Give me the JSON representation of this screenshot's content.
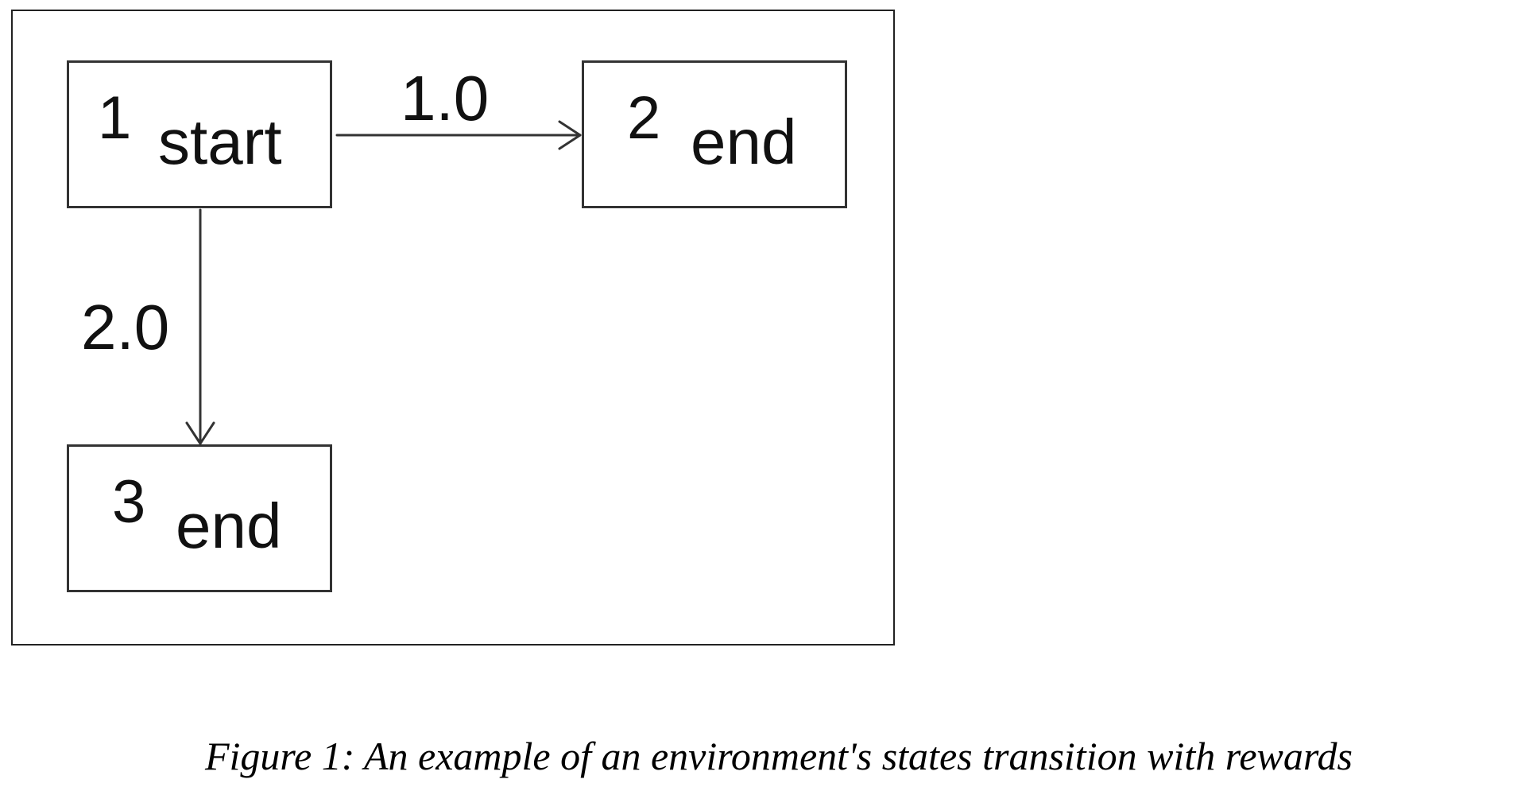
{
  "diagram": {
    "states": [
      {
        "id": "1",
        "label": "start"
      },
      {
        "id": "2",
        "label": "end"
      },
      {
        "id": "3",
        "label": "end"
      }
    ],
    "edges": [
      {
        "from": "1",
        "to": "2",
        "label": "1.0"
      },
      {
        "from": "1",
        "to": "3",
        "label": "2.0"
      }
    ]
  },
  "caption": "Figure 1: An example of an environment's states transition with rewards",
  "colors": {
    "stroke": "#333333",
    "text": "#111111",
    "background": "#ffffff"
  }
}
